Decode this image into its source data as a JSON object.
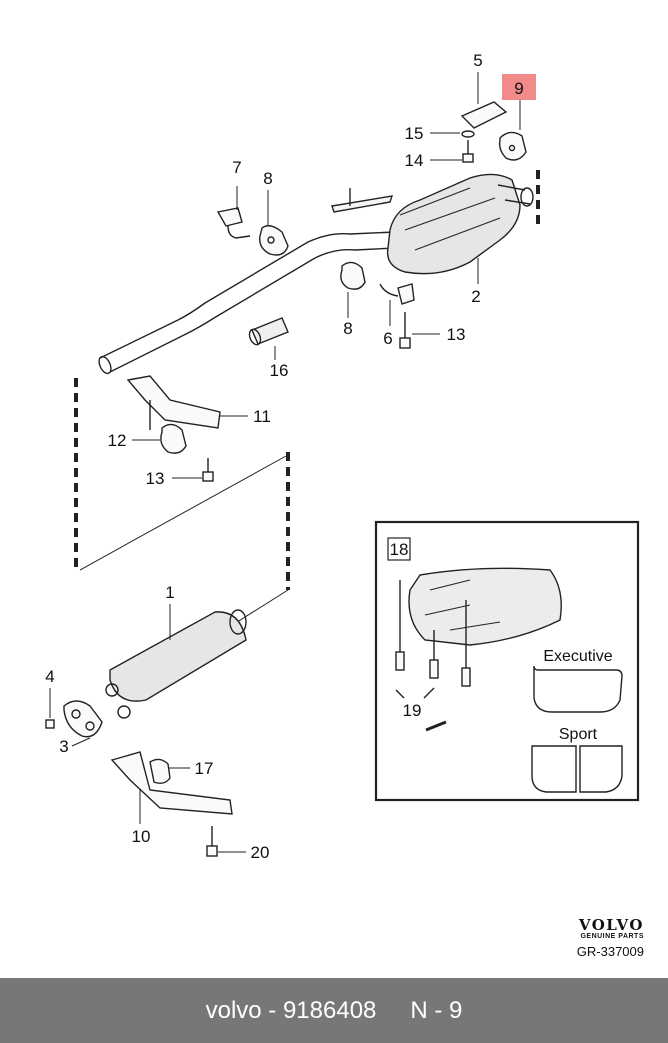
{
  "diagram": {
    "labels": {
      "p1": "1",
      "p2": "2",
      "p3": "3",
      "p4": "4",
      "p5": "5",
      "p6": "6",
      "p7": "7",
      "p8a": "8",
      "p8b": "8",
      "p9": "9",
      "p10": "10",
      "p11": "11",
      "p12": "12",
      "p13a": "13",
      "p13b": "13",
      "p14": "14",
      "p15": "15",
      "p16": "16",
      "p17": "17",
      "p18": "18",
      "p19": "19",
      "p20": "20"
    },
    "highlight_color": "#f28a8a",
    "inset": {
      "executive": "Executive",
      "sport": "Sport"
    }
  },
  "brand": {
    "name": "VOLVO",
    "tagline": "GENUINE PARTS",
    "code": "GR-337009"
  },
  "footer": {
    "part": "volvo - 9186408",
    "ref": "N - 9"
  }
}
